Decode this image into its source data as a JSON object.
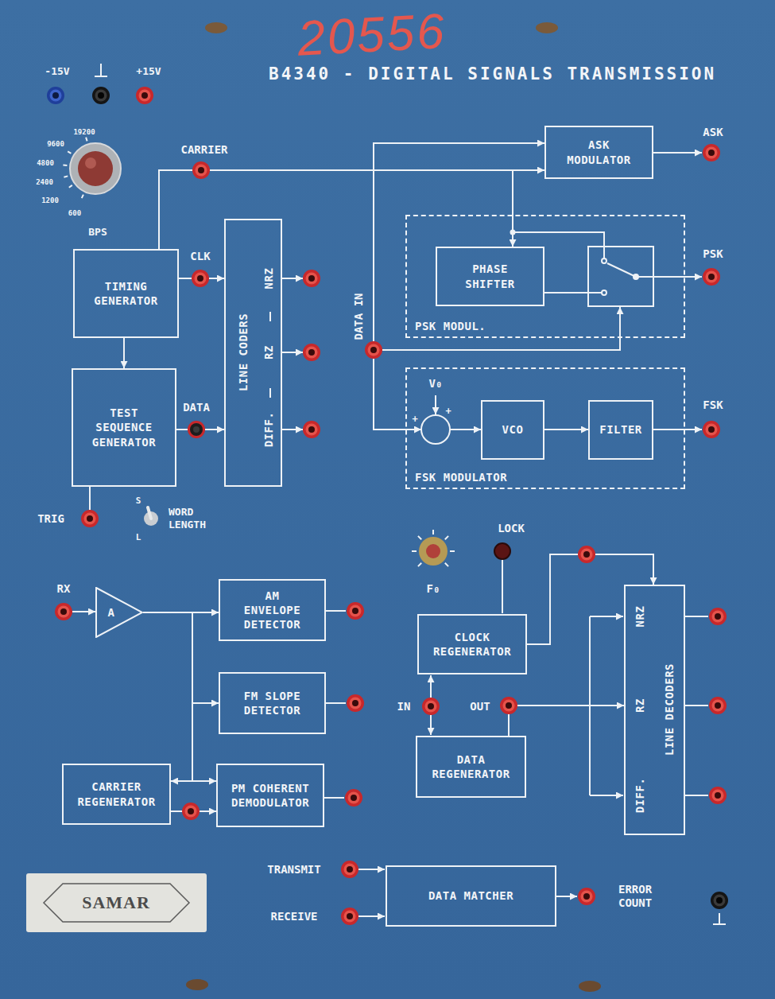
{
  "diagram": {
    "title": "B4340 - DIGITAL SIGNALS TRANSMISSION",
    "nodes": [
      {
        "text": [
          "TIMING GENERATOR"
        ]
      },
      {
        "text": [
          "ASK MODULATOR"
        ]
      },
      {
        "text": [
          "PSK MODUL."
        ]
      },
      {
        "text": [
          "PHASE SHIFTER"
        ],
        "in": 2
      },
      {
        "text": [
          "LINE CODERS",
          "NRZ",
          "RZ",
          "DIFF."
        ]
      },
      {
        "text": [
          "TEST SEQUENCE GENERATOR"
        ]
      },
      {
        "text": [
          "FSK MODULATOR"
        ]
      },
      {
        "text": [
          "VCO"
        ],
        "in": 6
      },
      {
        "text": [
          "FILTER"
        ],
        "in": 6
      },
      {
        "text": [
          "A"
        ]
      },
      {
        "text": [
          "AM ENVELOPE DETECTOR"
        ]
      },
      {
        "text": [
          "FM SLOPE DETECTOR"
        ]
      },
      {
        "text": [
          "CLOCK REGENERATOR"
        ]
      },
      {
        "text": [
          "LINE DECODERS",
          "NRZ",
          "RZ",
          "DIFF."
        ]
      },
      {
        "text": [
          "DATA REGENERATOR"
        ]
      },
      {
        "text": [
          "CARRIER REGENERATOR"
        ]
      },
      {
        "text": [
          "PM COHERENT DEMODULATOR"
        ]
      },
      {
        "text": [
          "DATA MATCHER"
        ]
      },
      {
        "text": [
          "SAMAR"
        ]
      }
    ],
    "edges": [
      {
        "from": 0,
        "to": 5,
        "arrow": "to"
      },
      {
        "from": 0,
        "to": 1,
        "arrow": "to"
      },
      {
        "from": 0,
        "to": 3,
        "arrow": "to"
      },
      {
        "from": 0,
        "to": 4,
        "arrow": "to"
      },
      {
        "from": 5,
        "to": 4,
        "arrow": "to"
      },
      {
        "from": 7,
        "to": 8,
        "arrow": "to"
      },
      {
        "from": 9,
        "to": 10,
        "arrow": "to"
      },
      {
        "from": 9,
        "to": 11,
        "arrow": "to"
      },
      {
        "from": 9,
        "to": 15,
        "arrow": "to"
      },
      {
        "from": 9,
        "to": 16,
        "arrow": "to"
      },
      {
        "from": 15,
        "to": 16,
        "arrow": "to"
      },
      {
        "from": 12,
        "to": 13,
        "arrow": "to"
      },
      {
        "from": 14,
        "to": 13,
        "arrow": "to"
      }
    ],
    "labels": [
      "20556",
      "-15V",
      "+15V",
      "19200",
      "9600",
      "4800",
      "2400",
      "1200",
      "600",
      "BPS",
      "CARRIER",
      "CLK",
      "DATA",
      "TRIG",
      "S",
      "L",
      "WORD LENGTH",
      "ASK",
      "PSK",
      "DATA IN",
      "+",
      "V₀",
      "+",
      "FSK",
      "LOCK",
      "F₀",
      "RX",
      "IN",
      "OUT",
      "TRANSMIT",
      "RECEIVE",
      "ERROR COUNT"
    ]
  }
}
